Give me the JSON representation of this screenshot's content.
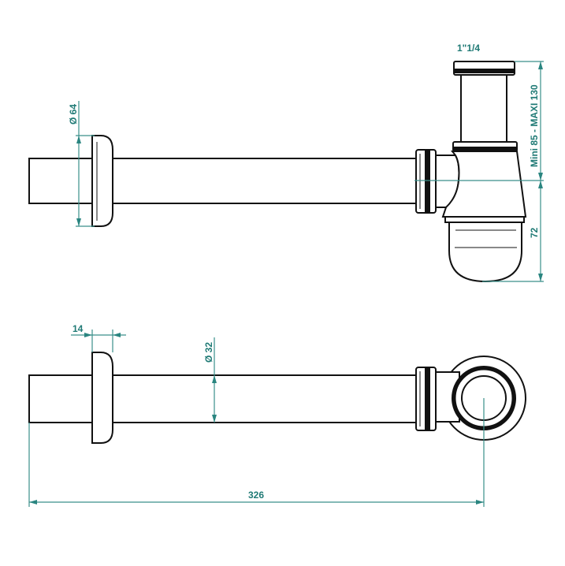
{
  "title": "Bottle trap with wall pipe - dimension drawing",
  "dimensions": {
    "rosette_diameter": "Ø 64",
    "pipe_diameter": "Ø 32",
    "rosette_thickness": "14",
    "overall_length": "326",
    "thread_size": "1\"1/4",
    "height_range": "Mini  85 - MAXI 130",
    "bowl_depth": "72"
  },
  "colors": {
    "dimension": "#2a8580",
    "outline": "#111111"
  }
}
